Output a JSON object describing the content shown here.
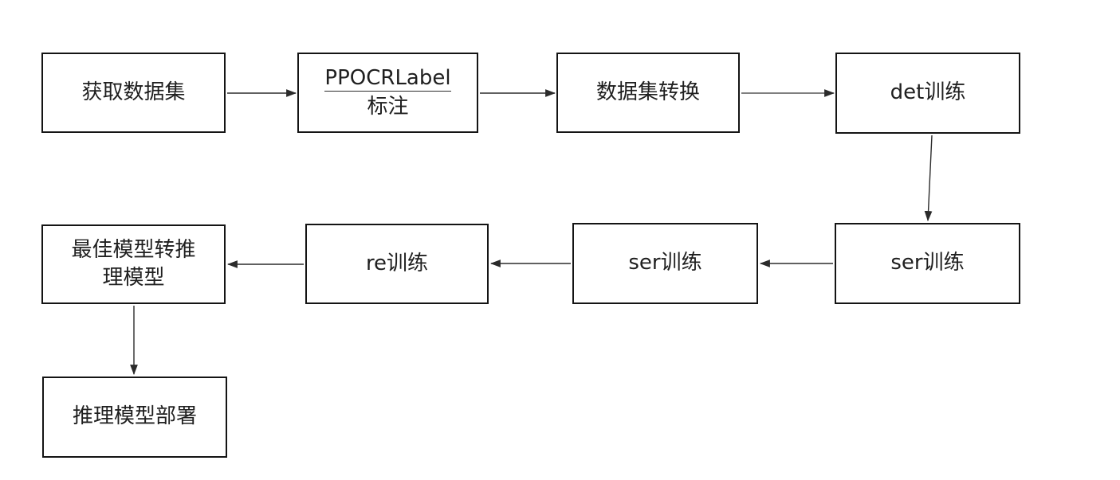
{
  "flowchart": {
    "nodes": {
      "get_dataset": {
        "label": "获取数据集"
      },
      "ppocr_label": {
        "line1": "PPOCRLabel",
        "line2": "标注"
      },
      "dataset_convert": {
        "label": "数据集转换"
      },
      "det_train": {
        "label": "det训练"
      },
      "ser_train_right": {
        "label": "ser训练"
      },
      "ser_train_left": {
        "label": "ser训练"
      },
      "re_train": {
        "label": "re训练"
      },
      "best_to_inference": {
        "label": "最佳模型转推理模型"
      },
      "inference_deploy": {
        "label": "推理模型部署"
      }
    },
    "edges": [
      {
        "from": "获取数据集",
        "to": "PPOCRLabel 标注",
        "direction": "right"
      },
      {
        "from": "PPOCRLabel 标注",
        "to": "数据集转换",
        "direction": "right"
      },
      {
        "from": "数据集转换",
        "to": "det训练",
        "direction": "right"
      },
      {
        "from": "det训练",
        "to": "ser训练(右)",
        "direction": "down"
      },
      {
        "from": "ser训练(右)",
        "to": "ser训练(左)",
        "direction": "left"
      },
      {
        "from": "ser训练(左)",
        "to": "re训练",
        "direction": "left"
      },
      {
        "from": "re训练",
        "to": "最佳模型转推理模型",
        "direction": "left"
      },
      {
        "from": "最佳模型转推理模型",
        "to": "推理模型部署",
        "direction": "down"
      }
    ],
    "colors": {
      "background": "#ffffff",
      "box_border": "#141414",
      "box_fill": "#ffffff",
      "text": "#1f1f1f",
      "arrow": "#2b2b2b",
      "spellcheck_squiggle": "#ff3b30",
      "label_underline": "#2b2b2b"
    }
  }
}
